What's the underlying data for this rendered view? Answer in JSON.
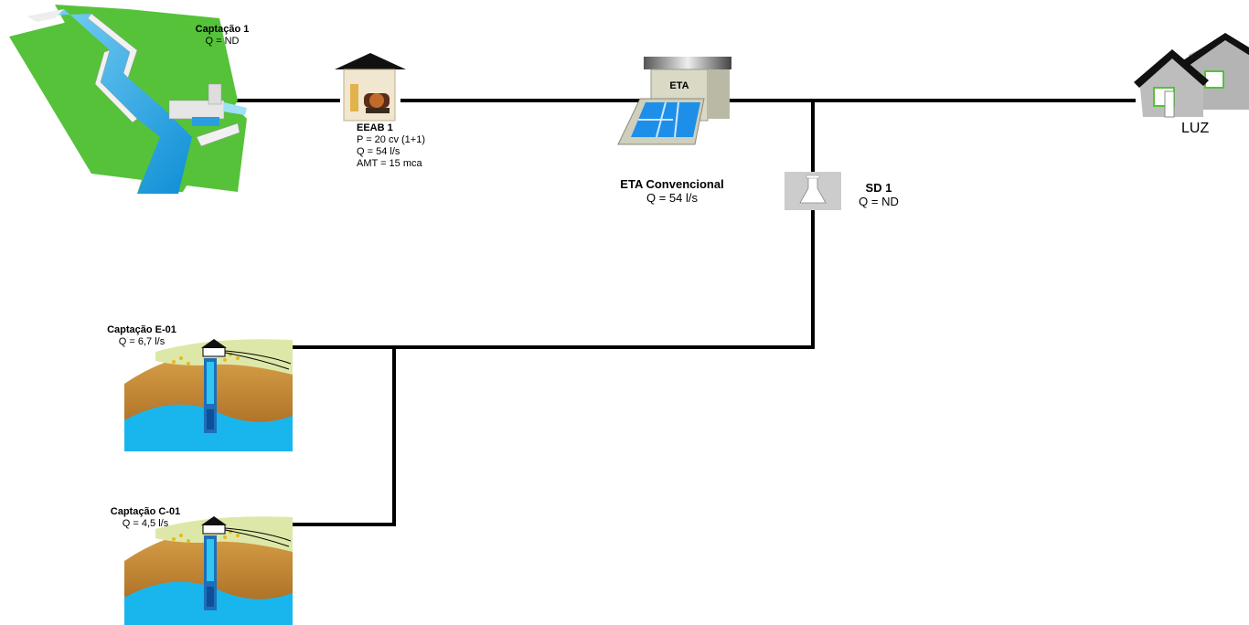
{
  "nodes": {
    "captacao1": {
      "name": "Captação 1",
      "flow": "Q = ND"
    },
    "eeab1": {
      "name": "EEAB 1",
      "power": "P = 20 cv (1+1)",
      "flow": "Q = 54 l/s",
      "amt": "AMT = 15 mca"
    },
    "eta": {
      "name": "ETA Convencional",
      "flow": "Q = 54 l/s",
      "sign": "ETA"
    },
    "sd1": {
      "name": "SD 1",
      "flow": "Q = ND"
    },
    "luz": {
      "name": "LUZ"
    },
    "captacao_e01": {
      "name": "Captação E-01",
      "flow": "Q = 6,7 l/s"
    },
    "captacao_c01": {
      "name": "Captação C-01",
      "flow": "Q = 4,5 l/s"
    }
  },
  "colors": {
    "pipe": "#000000",
    "water": "#1ea8e8",
    "grass": "#55c23a",
    "soil": "#b8741f",
    "tank": "#cccccc"
  }
}
